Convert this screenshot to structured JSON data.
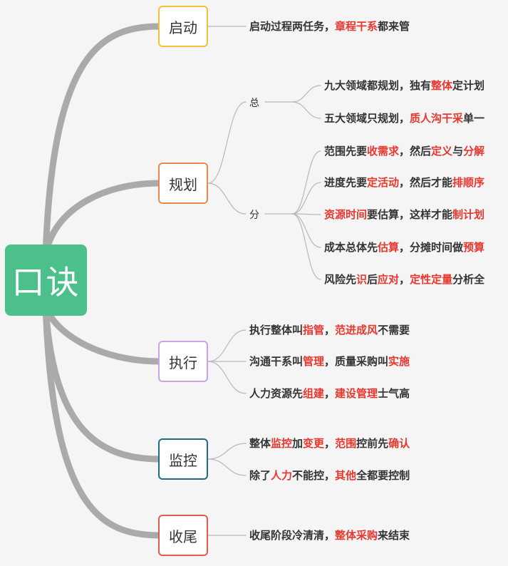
{
  "root": {
    "label": "口诀",
    "color": "#4cc08a"
  },
  "colors": {
    "highlight": "#e8372e",
    "branch": "#aaaaaa",
    "thin": "#b8b8b8"
  },
  "groups": [
    {
      "id": "qidong",
      "label": "启动",
      "border": "#f3c038",
      "leaves": [
        [
          [
            "启动过程两任务，",
            0
          ],
          [
            "章程干系",
            1
          ],
          [
            "都来管",
            0
          ]
        ]
      ]
    },
    {
      "id": "guihua",
      "label": "规划",
      "border": "#e8894a",
      "subs": [
        {
          "label": "总",
          "leaves": [
            [
              [
                "九大领域都规划，独有",
                0
              ],
              [
                "整体",
                1
              ],
              [
                "定计划",
                0
              ]
            ],
            [
              [
                "五大领域只规划，",
                0
              ],
              [
                "质人沟干采",
                1
              ],
              [
                "单一",
                0
              ]
            ]
          ]
        },
        {
          "label": "分",
          "leaves": [
            [
              [
                "范围先要",
                0
              ],
              [
                "收需求",
                1
              ],
              [
                "，然后",
                0
              ],
              [
                "定义",
                1
              ],
              [
                "与",
                0
              ],
              [
                "分解",
                1
              ]
            ],
            [
              [
                "进度先要",
                0
              ],
              [
                "定活动",
                1
              ],
              [
                "，然后才能",
                0
              ],
              [
                "排顺序",
                1
              ]
            ],
            [
              [
                "资源时间",
                1
              ],
              [
                "要估算，这样才能",
                0
              ],
              [
                "制计划",
                1
              ]
            ],
            [
              [
                "成本总体先",
                0
              ],
              [
                "估算",
                1
              ],
              [
                "，分摊时间做",
                0
              ],
              [
                "预算",
                1
              ]
            ],
            [
              [
                "风险先",
                0
              ],
              [
                "识",
                1
              ],
              [
                "后",
                0
              ],
              [
                "应对",
                1
              ],
              [
                "，",
                0
              ],
              [
                "定性定量",
                1
              ],
              [
                "分析全",
                0
              ]
            ]
          ]
        }
      ]
    },
    {
      "id": "zhixing",
      "label": "执行",
      "border": "#c9a2e8",
      "leaves": [
        [
          [
            "执行整体叫",
            0
          ],
          [
            "指管",
            1
          ],
          [
            "，",
            0
          ],
          [
            "范进成风",
            1
          ],
          [
            "不需要",
            0
          ]
        ],
        [
          [
            "沟通干系叫",
            0
          ],
          [
            "管理",
            1
          ],
          [
            "，质量采购叫",
            0
          ],
          [
            "实施",
            1
          ]
        ],
        [
          [
            "人力资源先",
            0
          ],
          [
            "组建",
            1
          ],
          [
            "，",
            0
          ],
          [
            "建设管理",
            1
          ],
          [
            "士气高",
            0
          ]
        ]
      ]
    },
    {
      "id": "jiankong",
      "label": "监控",
      "border": "#1f6b82",
      "leaves": [
        [
          [
            "整体",
            0
          ],
          [
            "监控",
            1
          ],
          [
            "加",
            0
          ],
          [
            "变更",
            1
          ],
          [
            "，",
            0
          ],
          [
            "范围",
            1
          ],
          [
            "控前先",
            0
          ],
          [
            "确认",
            1
          ]
        ],
        [
          [
            "除了",
            0
          ],
          [
            "人力",
            1
          ],
          [
            "不能控，",
            0
          ],
          [
            "其他",
            1
          ],
          [
            "全都要控制",
            0
          ]
        ]
      ]
    },
    {
      "id": "shouwei",
      "label": "收尾",
      "border": "#e05a4e",
      "leaves": [
        [
          [
            "收尾阶段冷清清，",
            0
          ],
          [
            "整体采购",
            1
          ],
          [
            "来结束",
            0
          ]
        ]
      ]
    }
  ]
}
